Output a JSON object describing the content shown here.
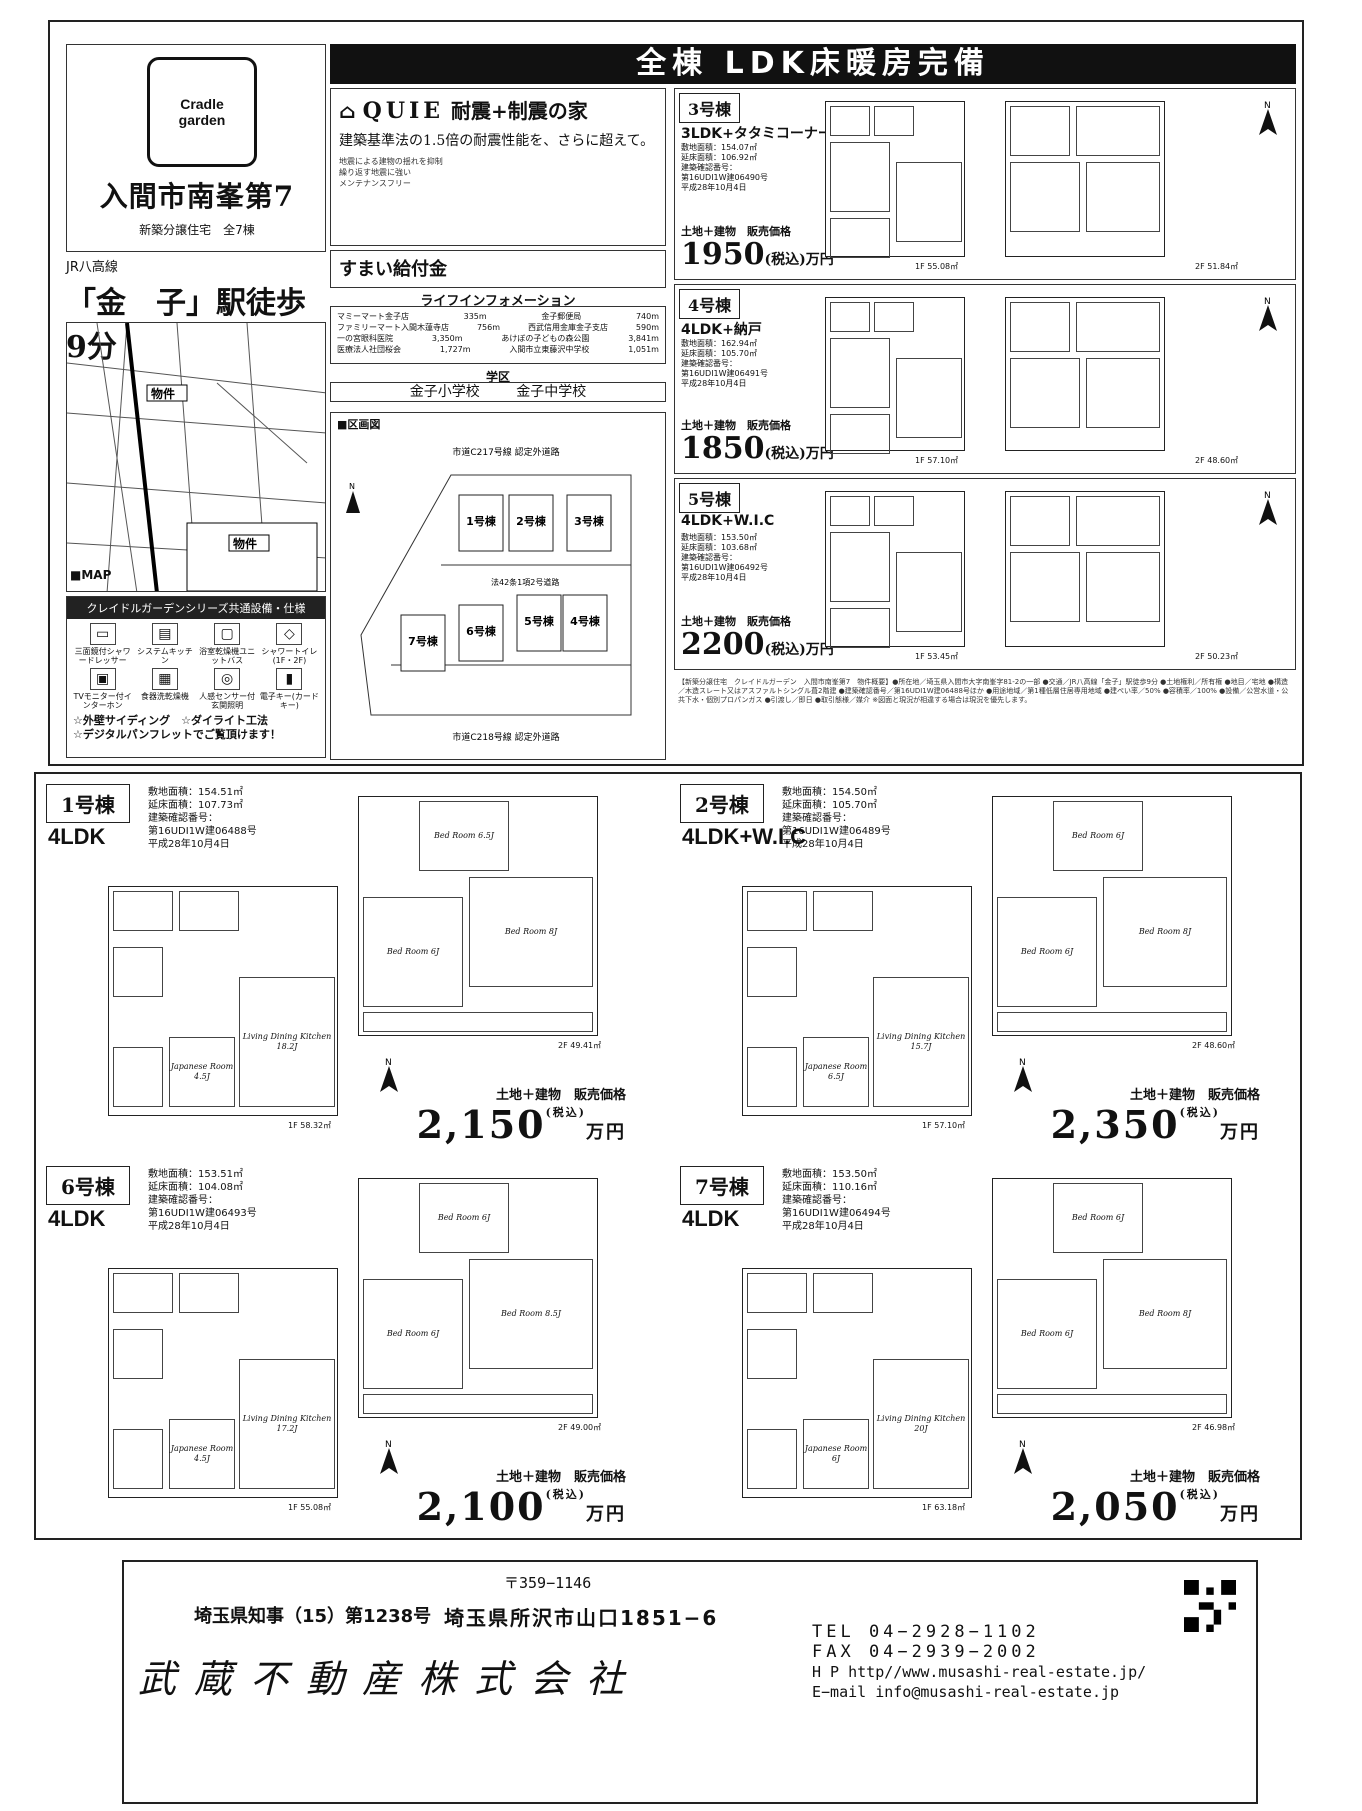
{
  "banner": "全棟 LDK床暖房完備",
  "brand": {
    "logo_line1": "Cradle",
    "logo_line2": "garden"
  },
  "project": {
    "name": "入間市南峯第7",
    "subtitle": "新築分譲住宅　全7棟",
    "line": "JR八高線",
    "station": "「金　子」駅徒歩",
    "walk": "9分"
  },
  "map": {
    "label": "■MAP",
    "pin1": "物件",
    "pin2": "物件"
  },
  "equipment": {
    "title": "クレイドルガーデンシリーズ共通設備・仕様",
    "items": [
      "三面鏡付シャワードレッサー",
      "システムキッチン",
      "浴室乾燥機ユニットバス",
      "シャワートイレ(1F・2F)",
      "TVモニター付インターホン",
      "食器洗乾燥機",
      "人感センサー付玄関照明",
      "電子キー(カードキー)"
    ],
    "foot1": "☆外壁サイディング　☆ダイライト工法",
    "foot2": "☆デジタルパンフレットでご覧頂けます！"
  },
  "quie": {
    "logo": "QUIE",
    "title": "耐震+制震の家",
    "tagline": "建築基準法の1.5倍の耐震性能を、さらに超えて。",
    "points": [
      "地震による建物の揺れを抑制",
      "繰り返す地震に強い",
      "メンテナンスフリー"
    ]
  },
  "kyufu": {
    "title": "すまい給付金"
  },
  "life": {
    "title": "ライフインフォメーション",
    "rows": [
      [
        "マミーマート金子店",
        "335m",
        "金子郵便局",
        "740m"
      ],
      [
        "ファミリーマート入間木蓮寺店",
        "756m",
        "西武信用金庫金子支店",
        "590m"
      ],
      [
        "一の宮眼科医院",
        "3,350m",
        "あけぼの子どもの森公園",
        "3,841m"
      ],
      [
        "医療法人社団桜会",
        "1,727m",
        "入間市立東藤沢中学校",
        "1,051m"
      ]
    ]
  },
  "school": {
    "title": "学区",
    "elementary": "金子小学校",
    "junior": "金子中学校"
  },
  "plot": {
    "title": "■区画図",
    "road_north": "市道C217号線 認定外道路",
    "road_south": "市道C218号線 認定外道路",
    "road_mid": "法42条1項2号道路",
    "lots": [
      "1号棟",
      "2号棟",
      "3号棟",
      "4号棟",
      "5号棟",
      "6号棟",
      "7号棟"
    ]
  },
  "units_top": [
    {
      "tag": "3号棟",
      "type": "3LDK+タタミコーナー",
      "spec": [
        "敷地面積：154.07㎡",
        "延床面積：106.92㎡",
        "建築確認番号：",
        "第16UDI1W建06490号",
        "平成28年10月4日"
      ],
      "price_label": "土地＋建物　販売価格",
      "price": "1950",
      "unit": "万円",
      "tax": "(税込)",
      "f1": "1F 55.08㎡",
      "f2": "2F 51.84㎡"
    },
    {
      "tag": "4号棟",
      "type": "4LDK+納戸",
      "spec": [
        "敷地面積：162.94㎡",
        "延床面積：105.70㎡",
        "建築確認番号：",
        "第16UDI1W建06491号",
        "平成28年10月4日"
      ],
      "price_label": "土地＋建物　販売価格",
      "price": "1850",
      "unit": "万円",
      "tax": "(税込)",
      "f1": "1F 57.10㎡",
      "f2": "2F 48.60㎡"
    },
    {
      "tag": "5号棟",
      "type": "4LDK+W.I.C",
      "spec": [
        "敷地面積：153.50㎡",
        "延床面積：103.68㎡",
        "建築確認番号：",
        "第16UDI1W建06492号",
        "平成28年10月4日"
      ],
      "price_label": "土地＋建物　販売価格",
      "price": "2200",
      "unit": "万円",
      "tax": "(税込)",
      "f1": "1F 53.45㎡",
      "f2": "2F 50.23㎡"
    }
  ],
  "notes": "【新築分譲住宅　クレイドルガーデン　入間市南峯第7　物件概要】●所在地／埼玉県入間市大字南峯字81-2の一部 ●交通／JR八高線「金子」駅徒歩9分 ●土地権利／所有権 ●地目／宅地 ●構造／木造スレート又はアスファルトシングル葺2階建 ●建築確認番号／第16UDI1W建06488号ほか ●用途地域／第1種低層住居専用地域 ●建ぺい率／50% ●容積率／100% ●設備／公営水道・公共下水・個別プロパンガス ●引渡し／即日 ●取引態様／媒介 ※図面と現況が相違する場合は現況を優先します。",
  "units_bottom": [
    {
      "tag": "1号棟",
      "type": "4LDK",
      "spec": [
        "敷地面積：154.51㎡",
        "延床面積：107.73㎡",
        "建築確認番号：",
        "第16UDI1W建06488号",
        "平成28年10月4日"
      ],
      "price_label": "土地＋建物　販売価格",
      "price": "2,150",
      "unit": "万円",
      "tax": "(税込)",
      "f1": "1F 58.32㎡",
      "f2": "2F 49.41㎡",
      "ldk": "Living Dining Kitchen 18.2J",
      "jp": "Japanese Room 4.5J",
      "beds": [
        "Bed Room 6.5J",
        "Bed Room 6J",
        "Bed Room 8J"
      ]
    },
    {
      "tag": "2号棟",
      "type": "4LDK+W.I.C",
      "spec": [
        "敷地面積：154.50㎡",
        "延床面積：105.70㎡",
        "建築確認番号：",
        "第16UDI1W建06489号",
        "平成28年10月4日"
      ],
      "price_label": "土地＋建物　販売価格",
      "price": "2,350",
      "unit": "万円",
      "tax": "(税込)",
      "f1": "1F 57.10㎡",
      "f2": "2F 48.60㎡",
      "ldk": "Living Dining Kitchen 15.7J",
      "jp": "Japanese Room 6.5J",
      "beds": [
        "Bed Room 6J",
        "Bed Room 6J",
        "Bed Room 8J"
      ]
    },
    {
      "tag": "6号棟",
      "type": "4LDK",
      "spec": [
        "敷地面積：153.51㎡",
        "延床面積：104.08㎡",
        "建築確認番号：",
        "第16UDI1W建06493号",
        "平成28年10月4日"
      ],
      "price_label": "土地＋建物　販売価格",
      "price": "2,100",
      "unit": "万円",
      "tax": "(税込)",
      "f1": "1F 55.08㎡",
      "f2": "2F 49.00㎡",
      "ldk": "Living Dining Kitchen 17.2J",
      "jp": "Japanese Room 4.5J",
      "beds": [
        "Bed Room 6J",
        "Bed Room 6J",
        "Bed Room 8.5J"
      ]
    },
    {
      "tag": "7号棟",
      "type": "4LDK",
      "spec": [
        "敷地面積：153.50㎡",
        "延床面積：110.16㎡",
        "建築確認番号：",
        "第16UDI1W建06494号",
        "平成28年10月4日"
      ],
      "price_label": "土地＋建物　販売価格",
      "price": "2,050",
      "unit": "万円",
      "tax": "(税込)",
      "f1": "1F 63.18㎡",
      "f2": "2F 46.98㎡",
      "ldk": "Living Dining Kitchen 20J",
      "jp": "Japanese Room 6J",
      "beds": [
        "Bed Room 6J",
        "Bed Room 6J",
        "Bed Room 8J"
      ]
    }
  ],
  "footer": {
    "zip": "〒359−1146",
    "license": "埼玉県知事（15）第1238号",
    "address": "埼玉県所沢市山口1851−6",
    "company": "武蔵不動産株式会社",
    "tel": "TEL 04−2928−1102",
    "fax": "FAX 04−2939−2002",
    "hp": "H P http//www.musashi-real-estate.jp/",
    "email": "E−mail info@musashi-real-estate.jp"
  }
}
